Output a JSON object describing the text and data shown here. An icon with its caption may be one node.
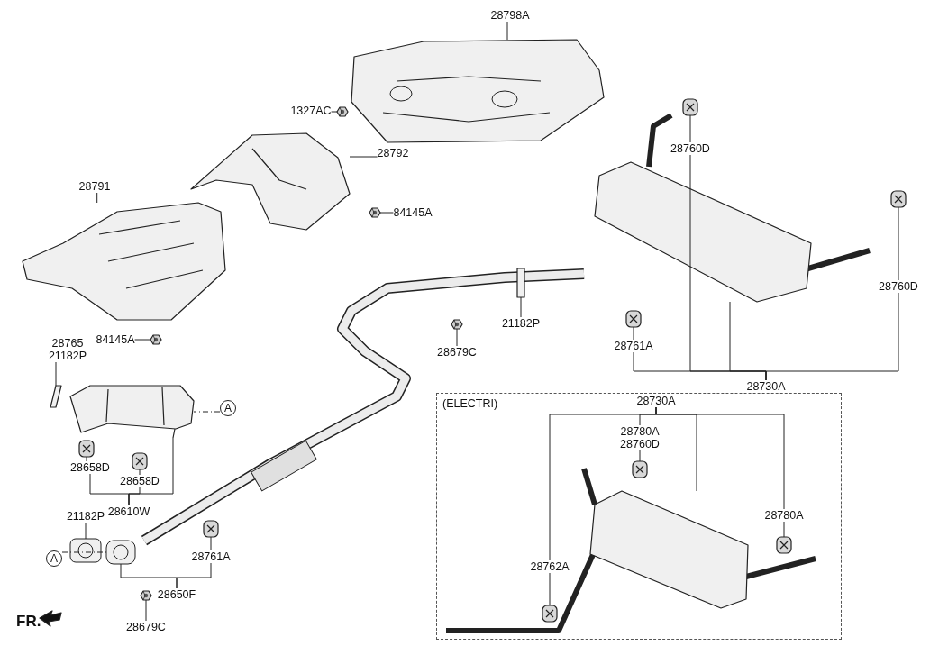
{
  "diagram": {
    "nodes": [
      {
        "text": [
          "28798A"
        ]
      },
      {
        "text": [
          "1327AC"
        ]
      },
      {
        "text": [
          "28792"
        ]
      },
      {
        "text": [
          "28791"
        ]
      },
      {
        "text": [
          "84145A"
        ]
      },
      {
        "text": [
          "84145A"
        ]
      },
      {
        "text": [
          "28765",
          "21182P"
        ]
      },
      {
        "text": [
          "A"
        ]
      },
      {
        "text": [
          "28658D"
        ]
      },
      {
        "text": [
          "28658D"
        ]
      },
      {
        "text": [
          "28610W"
        ]
      },
      {
        "text": [
          "21182P"
        ]
      },
      {
        "text": [
          "A"
        ]
      },
      {
        "text": [
          "28761A"
        ]
      },
      {
        "text": [
          "28650F"
        ]
      },
      {
        "text": [
          "28679C"
        ]
      },
      {
        "text": [
          "21182P"
        ]
      },
      {
        "text": [
          "28679C"
        ]
      },
      {
        "text": [
          "28760D"
        ]
      },
      {
        "text": [
          "28760D"
        ]
      },
      {
        "text": [
          "28761A"
        ]
      },
      {
        "text": [
          "28730A"
        ]
      },
      {
        "text": [
          "(ELECTRI)"
        ]
      },
      {
        "text": [
          "28730A"
        ],
        "in": 22
      },
      {
        "text": [
          "28780A",
          "28760D"
        ],
        "in": 22
      },
      {
        "text": [
          "28780A"
        ],
        "in": 22
      },
      {
        "text": [
          "28762A"
        ],
        "in": 22
      },
      {
        "text": [],
        "shape": "picture"
      },
      {
        "text": [],
        "shape": "picture"
      },
      {
        "text": [],
        "shape": "picture"
      },
      {
        "text": [],
        "shape": "picture"
      },
      {
        "text": [],
        "shape": "picture"
      },
      {
        "text": [],
        "shape": "picture"
      },
      {
        "text": [],
        "shape": "picture"
      },
      {
        "text": [],
        "shape": "picture"
      },
      {
        "text": [],
        "shape": "picture"
      },
      {
        "text": [],
        "shape": "picture"
      },
      {
        "text": [],
        "shape": "picture"
      },
      {
        "text": [],
        "shape": "picture"
      },
      {
        "text": [],
        "shape": "picture"
      },
      {
        "text": [],
        "shape": "picture"
      },
      {
        "text": [],
        "shape": "picture"
      },
      {
        "text": [],
        "shape": "picture"
      },
      {
        "text": [],
        "shape": "picture"
      },
      {
        "text": [],
        "shape": "picture"
      },
      {
        "text": [],
        "shape": "picture"
      },
      {
        "text": [],
        "shape": "picture"
      },
      {
        "text": [],
        "shape": "picture",
        "in": 22
      },
      {
        "text": [],
        "shape": "picture",
        "in": 22
      },
      {
        "text": [],
        "shape": "picture",
        "in": 22
      },
      {
        "text": [],
        "shape": "picture",
        "in": 22
      }
    ],
    "edges": [
      {
        "from": 0,
        "to": 27,
        "arrow": "none"
      },
      {
        "from": 1,
        "to": 28,
        "arrow": "none"
      },
      {
        "from": 2,
        "to": 29,
        "arrow": "none"
      },
      {
        "from": 3,
        "to": 30,
        "arrow": "none"
      },
      {
        "from": 4,
        "to": 31,
        "arrow": "none"
      },
      {
        "from": 5,
        "to": 32,
        "arrow": "none"
      },
      {
        "from": 6,
        "to": 33,
        "arrow": "none"
      },
      {
        "from": 7,
        "to": 34,
        "arrow": "none",
        "style": "dashed"
      },
      {
        "from": 8,
        "to": 35,
        "arrow": "none"
      },
      {
        "from": 9,
        "to": 36,
        "arrow": "none"
      },
      {
        "from": 10,
        "to": 8,
        "arrow": "none"
      },
      {
        "from": 10,
        "to": 9,
        "arrow": "none"
      },
      {
        "from": 10,
        "to": 34,
        "arrow": "none"
      },
      {
        "from": 11,
        "to": 37,
        "arrow": "none"
      },
      {
        "from": 12,
        "to": 38,
        "arrow": "none",
        "style": "dashed"
      },
      {
        "from": 13,
        "to": 39,
        "arrow": "none"
      },
      {
        "from": 14,
        "to": 38,
        "arrow": "none"
      },
      {
        "from": 14,
        "to": 13,
        "arrow": "none"
      },
      {
        "from": 15,
        "to": 40,
        "arrow": "none"
      },
      {
        "from": 16,
        "to": 41,
        "arrow": "none"
      },
      {
        "from": 17,
        "to": 42,
        "arrow": "none"
      },
      {
        "from": 18,
        "to": 43,
        "arrow": "none"
      },
      {
        "from": 19,
        "to": 44,
        "arrow": "none"
      },
      {
        "from": 20,
        "to": 45,
        "arrow": "none"
      },
      {
        "from": 21,
        "to": 20,
        "arrow": "none"
      },
      {
        "from": 21,
        "to": 18,
        "arrow": "none"
      },
      {
        "from": 21,
        "to": 46,
        "arrow": "none"
      },
      {
        "from": 21,
        "to": 19,
        "arrow": "none"
      },
      {
        "from": 23,
        "to": 24,
        "arrow": "none"
      },
      {
        "from": 23,
        "to": 47,
        "arrow": "none"
      },
      {
        "from": 23,
        "to": 25,
        "arrow": "none"
      },
      {
        "from": 23,
        "to": 26,
        "arrow": "none"
      },
      {
        "from": 24,
        "to": 48,
        "arrow": "none"
      },
      {
        "from": 25,
        "to": 49,
        "arrow": "none"
      },
      {
        "from": 26,
        "to": 50,
        "arrow": "none"
      }
    ],
    "labels": [
      "FR."
    ]
  }
}
